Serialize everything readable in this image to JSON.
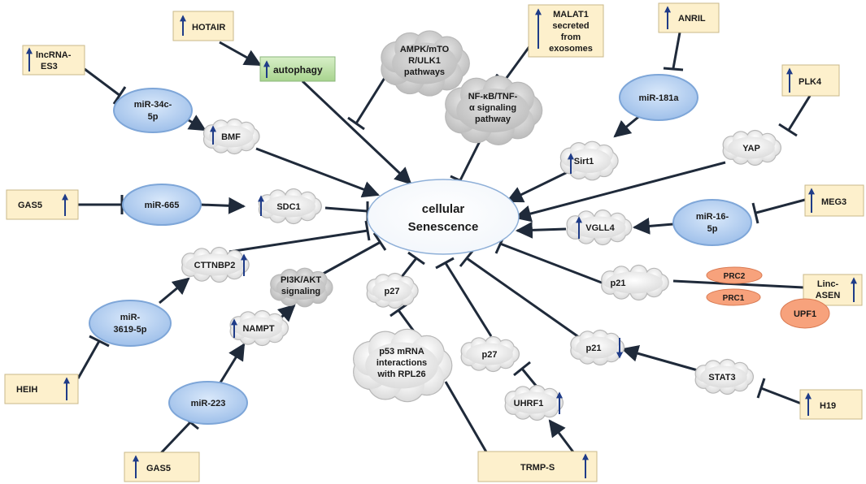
{
  "center": {
    "line1": "cellular",
    "line2": "Senescence"
  },
  "lncrnas": {
    "hotair": "HOTAIR",
    "lncrna_es3_1": "lncRNA-",
    "lncrna_es3_2": "ES3",
    "gas5_left": "GAS5",
    "heih": "HEIH",
    "gas5_bottom": "GAS5",
    "trmp_s": "TRMP-S",
    "malat1_1": "MALAT1",
    "malat1_2": "secreted",
    "malat1_3": "from",
    "malat1_4": "exosomes",
    "anril": "ANRIL",
    "plk4": "PLK4",
    "meg3": "MEG3",
    "linc_asen_1": "Linc-",
    "linc_asen_2": "ASEN",
    "h19": "H19"
  },
  "mirnas": {
    "mir34c_1": "miR-34c-",
    "mir34c_2": "5p",
    "mir665": "miR-665",
    "mir3619_1": "miR-",
    "mir3619_2": "3619-5p",
    "mir223": "miR-223",
    "mir181a": "miR-181a",
    "mir16_1": "miR-16-",
    "mir16_2": "5p"
  },
  "targets": {
    "bmf": "BMF",
    "sdc1": "SDC1",
    "cttnbp2": "CTTNBP2",
    "nampt": "NAMPT",
    "p27_top": "p27",
    "p27_mid": "p27",
    "uhrf1": "UHRF1",
    "p21_right": "p21",
    "p21_down": "p21",
    "stat3": "STAT3",
    "sirt1": "Sirt1",
    "yap": "YAP",
    "vgll4": "VGLL4"
  },
  "pathways": {
    "ampk_1": "AMPK/mTO",
    "ampk_2": "R/ULK1",
    "ampk_3": "pathways",
    "nfkb_1": "NF-κB/TNF-",
    "nfkb_2": "α signaling",
    "nfkb_3": "pathway",
    "pi3k_1": "PI3K/AKT",
    "pi3k_2": "signaling",
    "p53_1": "p53 mRNA",
    "p53_2": "interactions",
    "p53_3": "with RPL26"
  },
  "process": {
    "autophagy": "autophagy"
  },
  "proteins": {
    "prc2": "PRC2",
    "prc1": "PRC1",
    "upf1": "UPF1"
  },
  "colors": {
    "lnc_box": "#fdf0cc",
    "lnc_border": "#c9b88a",
    "mirna_fill": "#aecbee",
    "mirna_border": "#7ea6d8",
    "cloud": "#e9e9e9",
    "pathway_cloud": "#c6c6c6",
    "autophagy": "#b9dea1",
    "protein": "#f7a27c",
    "arrow": "#1f2a3a",
    "up_arrow": "#1f3c88"
  }
}
